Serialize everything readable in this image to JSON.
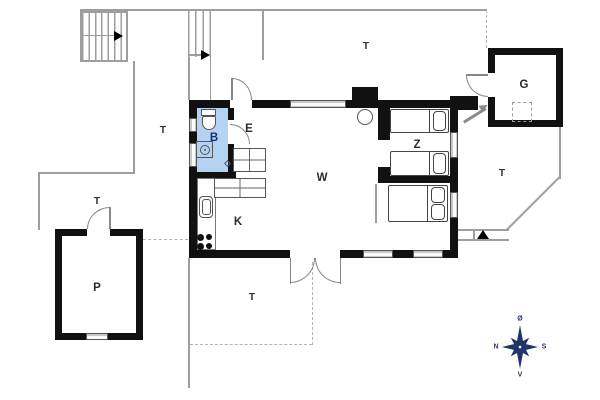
{
  "rooms": [
    {
      "id": "bathroom",
      "label": "B"
    },
    {
      "id": "entrance",
      "label": "E"
    },
    {
      "id": "kitchen",
      "label": "K"
    },
    {
      "id": "living-room",
      "label": "W"
    },
    {
      "id": "bedroom",
      "label": "Z"
    },
    {
      "id": "outbuilding",
      "label": "G"
    },
    {
      "id": "annex",
      "label": "P"
    }
  ],
  "terraces": [
    "T",
    "T",
    "T",
    "T",
    "T"
  ],
  "compass": {
    "top": "Ø",
    "left": "N",
    "right": "S",
    "bottom": "V"
  },
  "colors": {
    "bathroom": "#b5d2f2",
    "wall": "#111111",
    "boundary": "#9e9e9e",
    "window": "#c8c8c8",
    "compass": "#22356b"
  }
}
